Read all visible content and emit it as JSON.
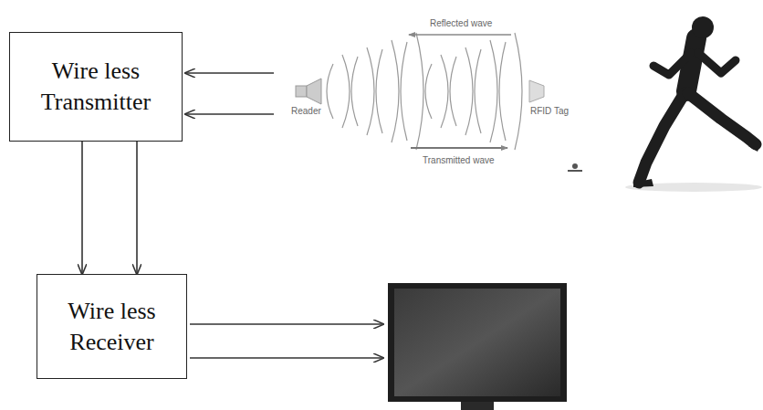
{
  "diagram": {
    "nodes": [
      {
        "text": [
          "Wire less Transmitter"
        ]
      },
      {
        "text": [
          "Wire less Receiver"
        ]
      }
    ],
    "edges": [
      {
        "from": 0,
        "to": 1,
        "arrow": "to"
      },
      {
        "from": 0,
        "to": 1,
        "arrow": "to"
      }
    ],
    "labels": [
      "Reflected wave",
      "Reader",
      "RFID Tag",
      "Transmitted wave"
    ]
  }
}
